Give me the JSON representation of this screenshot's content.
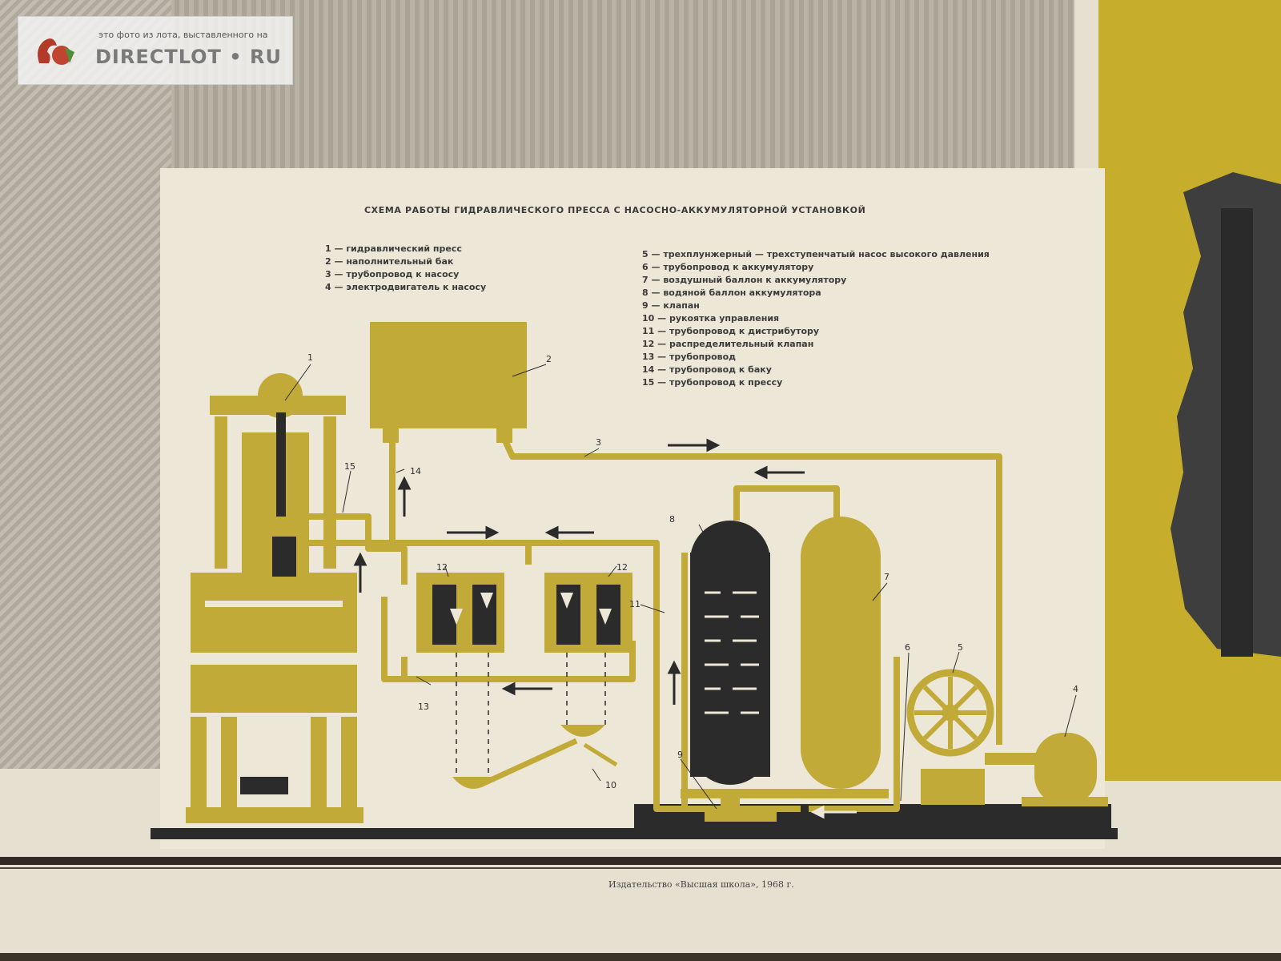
{
  "watermark": {
    "caption": "это фото из лота, выставленного на",
    "brand": "DIRECTLOT • RU"
  },
  "title": "СХЕМА РАБОТЫ ГИДРАВЛИЧЕСКОГО ПРЕССА  С НАСОСНО-АККУМУЛЯТОРНОЙ УСТАНОВКОЙ",
  "legend_left": [
    "1 — гидравлический пресс",
    "2 — наполнительный бак",
    "3 — трубопровод к насосу",
    "4 — электродвигатель к насосу"
  ],
  "legend_right": [
    "5 — трехплунжерный — трехступенчатый насос высокого давления",
    "6 — трубопровод к аккумулятору",
    "7 — воздушный баллон к аккумулятору",
    "8 — водяной баллон аккумулятора",
    "9 — клапан",
    "10 — рукоятка управления",
    "11 — трубопровод к дистрибутору",
    "12 — распределительный клапан",
    "13 — трубопровод",
    "14 — трубопровод к баку",
    "15 — трубопровод к прессу"
  ],
  "callouts": {
    "c1": "1",
    "c2": "2",
    "c3": "3",
    "c4": "4",
    "c5": "5",
    "c6": "6",
    "c7": "7",
    "c8": "8",
    "c9": "9",
    "c10": "10",
    "c11": "11",
    "c12a": "12",
    "c12b": "12",
    "c13": "13",
    "c14": "14",
    "c15": "15"
  },
  "publisher": "Издательство «Высшая школа», 1968 г.",
  "colors": {
    "ochre": "#c2aa38",
    "dark": "#2b2b2b",
    "paper": "#ece7d7"
  }
}
